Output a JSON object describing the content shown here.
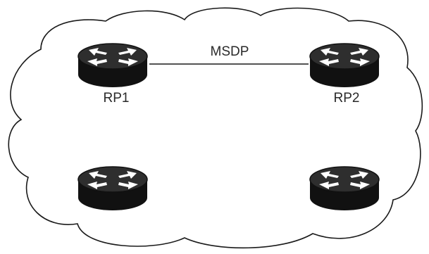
{
  "diagram": {
    "nodes": [
      {
        "id": "rp1",
        "label": "RP1",
        "type": "router-icon"
      },
      {
        "id": "rp2",
        "label": "RP2",
        "type": "router-icon"
      },
      {
        "id": "router-bottom-left",
        "label": "",
        "type": "router-icon"
      },
      {
        "id": "router-bottom-right",
        "label": "",
        "type": "router-icon"
      }
    ],
    "links": [
      {
        "from": "rp1",
        "to": "rp2",
        "label": "MSDP"
      }
    ],
    "container": {
      "type": "cloud-outline"
    },
    "colors": {
      "router_body": "#111111",
      "router_top": "#2e2e2e",
      "router_arrows": "#ffffff",
      "cloud_stroke": "#1a1a1a",
      "cloud_fill": "#ffffff",
      "link": "#1a1a1a",
      "text": "#2a2a2a"
    }
  }
}
